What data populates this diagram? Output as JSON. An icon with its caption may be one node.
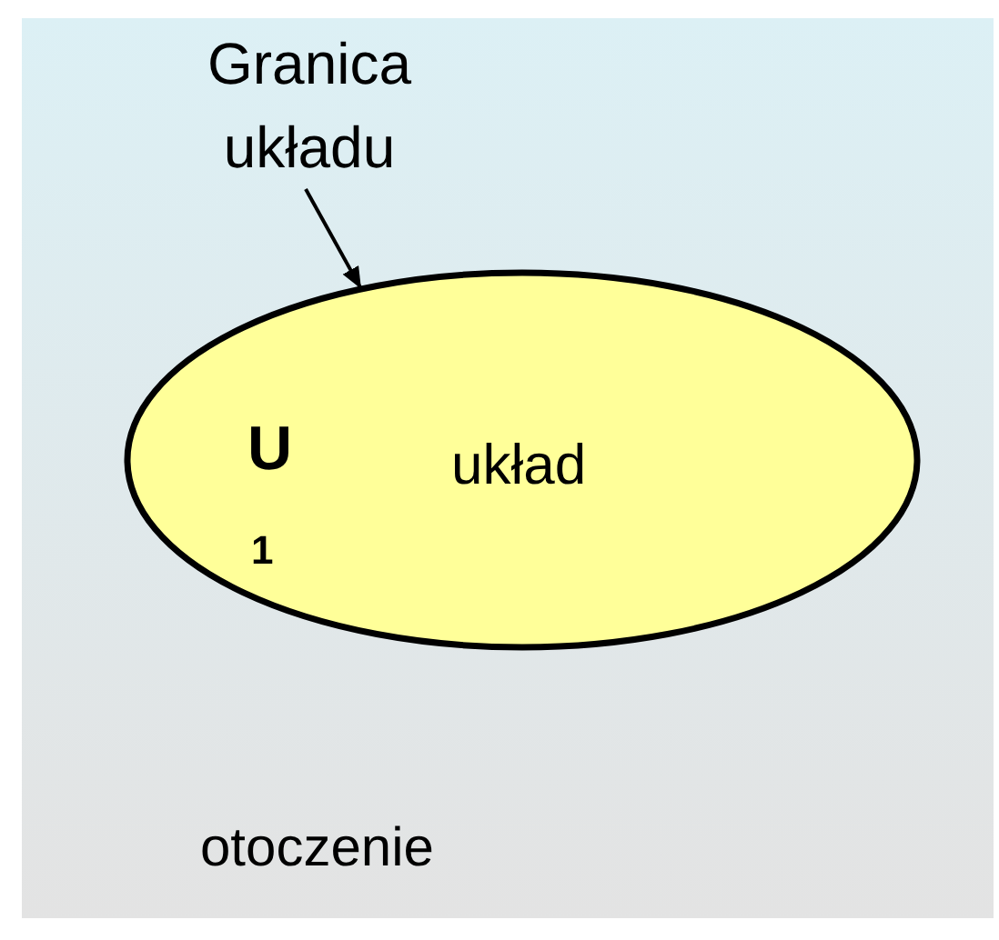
{
  "diagram": {
    "nodes": [
      {
        "text": [
          "Granica układu"
        ]
      },
      {
        "text": [
          "U",
          "1",
          "układ"
        ]
      }
    ],
    "edges": [
      {
        "from": 0,
        "to": 1,
        "arrow": "to"
      }
    ],
    "labels": [
      "otoczenie"
    ]
  }
}
